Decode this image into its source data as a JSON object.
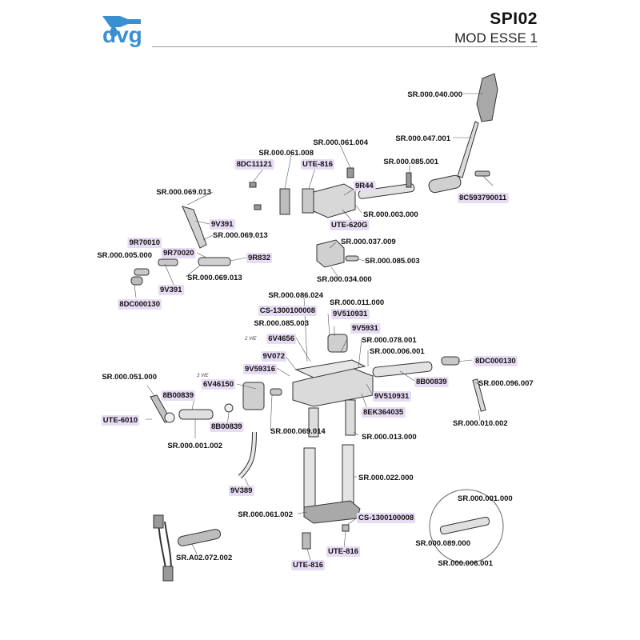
{
  "header": {
    "brand": "dvg",
    "model_code": "SPI02",
    "model_name": "MOD ESSE 1",
    "brand_color": "#3a8fd0",
    "highlight_color": "#e7dcf3"
  },
  "notes": {
    "two_way": "2 VIE",
    "three_way": "3 VIE"
  },
  "parts": [
    {
      "id": "p1",
      "label": "SR.000.040.000",
      "hl": false
    },
    {
      "id": "p2",
      "label": "SR.000.047.001",
      "hl": false
    },
    {
      "id": "p3",
      "label": "SR.000.061.004",
      "hl": false
    },
    {
      "id": "p4",
      "label": "SR.000.061.008",
      "hl": false
    },
    {
      "id": "p5",
      "label": "8DC11121",
      "hl": true
    },
    {
      "id": "p6",
      "label": "UTE-816",
      "hl": true
    },
    {
      "id": "p7",
      "label": "SR.000.085.001",
      "hl": false
    },
    {
      "id": "p8",
      "label": "8C593790011",
      "hl": true
    },
    {
      "id": "p9",
      "label": "SR.000.069.013",
      "hl": false
    },
    {
      "id": "p10",
      "label": "9R44",
      "hl": true
    },
    {
      "id": "p11",
      "label": "SR.000.003.000",
      "hl": false
    },
    {
      "id": "p12",
      "label": "UTE-620G",
      "hl": true
    },
    {
      "id": "p13",
      "label": "9V391",
      "hl": true
    },
    {
      "id": "p14",
      "label": "SR.000.069.013",
      "hl": false
    },
    {
      "id": "p15",
      "label": "9R70010",
      "hl": true
    },
    {
      "id": "p16",
      "label": "SR.000.005.000",
      "hl": false
    },
    {
      "id": "p17",
      "label": "9R70020",
      "hl": true
    },
    {
      "id": "p18",
      "label": "9R832",
      "hl": true
    },
    {
      "id": "p19",
      "label": "SR.000.037.009",
      "hl": false
    },
    {
      "id": "p20",
      "label": "SR.000.085.003",
      "hl": false
    },
    {
      "id": "p21",
      "label": "SR.000.069.013",
      "hl": false
    },
    {
      "id": "p22",
      "label": "9V391",
      "hl": true
    },
    {
      "id": "p23",
      "label": "SR.000.034.000",
      "hl": false
    },
    {
      "id": "p24",
      "label": "8DC000130",
      "hl": true
    },
    {
      "id": "p25",
      "label": "SR.000.086.024",
      "hl": false
    },
    {
      "id": "p26",
      "label": "SR.000.011.000",
      "hl": false
    },
    {
      "id": "p27",
      "label": "CS-1300100008",
      "hl": true
    },
    {
      "id": "p28",
      "label": "9V510931",
      "hl": true
    },
    {
      "id": "p29",
      "label": "SR.000.085.003",
      "hl": false
    },
    {
      "id": "p30",
      "label": "9V5931",
      "hl": true
    },
    {
      "id": "p31",
      "label": "6V4656",
      "hl": true
    },
    {
      "id": "p32",
      "label": "SR.000.078.001",
      "hl": false
    },
    {
      "id": "p33",
      "label": "SR.000.006.001",
      "hl": false
    },
    {
      "id": "p34",
      "label": "8DC000130",
      "hl": true
    },
    {
      "id": "p35",
      "label": "9V072",
      "hl": true
    },
    {
      "id": "p36",
      "label": "9V59316",
      "hl": true
    },
    {
      "id": "p37",
      "label": "SR.000.051.000",
      "hl": false
    },
    {
      "id": "p38",
      "label": "6V46150",
      "hl": true
    },
    {
      "id": "p39",
      "label": "8B00839",
      "hl": true
    },
    {
      "id": "p40",
      "label": "SR.000.096.007",
      "hl": false
    },
    {
      "id": "p41",
      "label": "8B00839",
      "hl": true
    },
    {
      "id": "p42",
      "label": "9V510931",
      "hl": true
    },
    {
      "id": "p43",
      "label": "UTE-6010",
      "hl": true
    },
    {
      "id": "p44",
      "label": "8EK364035",
      "hl": true
    },
    {
      "id": "p45",
      "label": "8B00839",
      "hl": true
    },
    {
      "id": "p46",
      "label": "SR.000.010.002",
      "hl": false
    },
    {
      "id": "p47",
      "label": "SR.000.069.014",
      "hl": false
    },
    {
      "id": "p48",
      "label": "SR.000.001.002",
      "hl": false
    },
    {
      "id": "p49",
      "label": "SR.000.013.000",
      "hl": false
    },
    {
      "id": "p50",
      "label": "SR.000.022.000",
      "hl": false
    },
    {
      "id": "p51",
      "label": "9V389",
      "hl": true
    },
    {
      "id": "p52",
      "label": "SR.000.001.000",
      "hl": false
    },
    {
      "id": "p53",
      "label": "SR.000.061.002",
      "hl": false
    },
    {
      "id": "p54",
      "label": "CS-1300100008",
      "hl": true
    },
    {
      "id": "p55",
      "label": "UTE-816",
      "hl": true
    },
    {
      "id": "p56",
      "label": "SR.000.089.000",
      "hl": false
    },
    {
      "id": "p57",
      "label": "SR.A02.072.002",
      "hl": false
    },
    {
      "id": "p58",
      "label": "UTE-816",
      "hl": true
    },
    {
      "id": "p59",
      "label": "SR.000.006.001",
      "hl": false
    }
  ]
}
